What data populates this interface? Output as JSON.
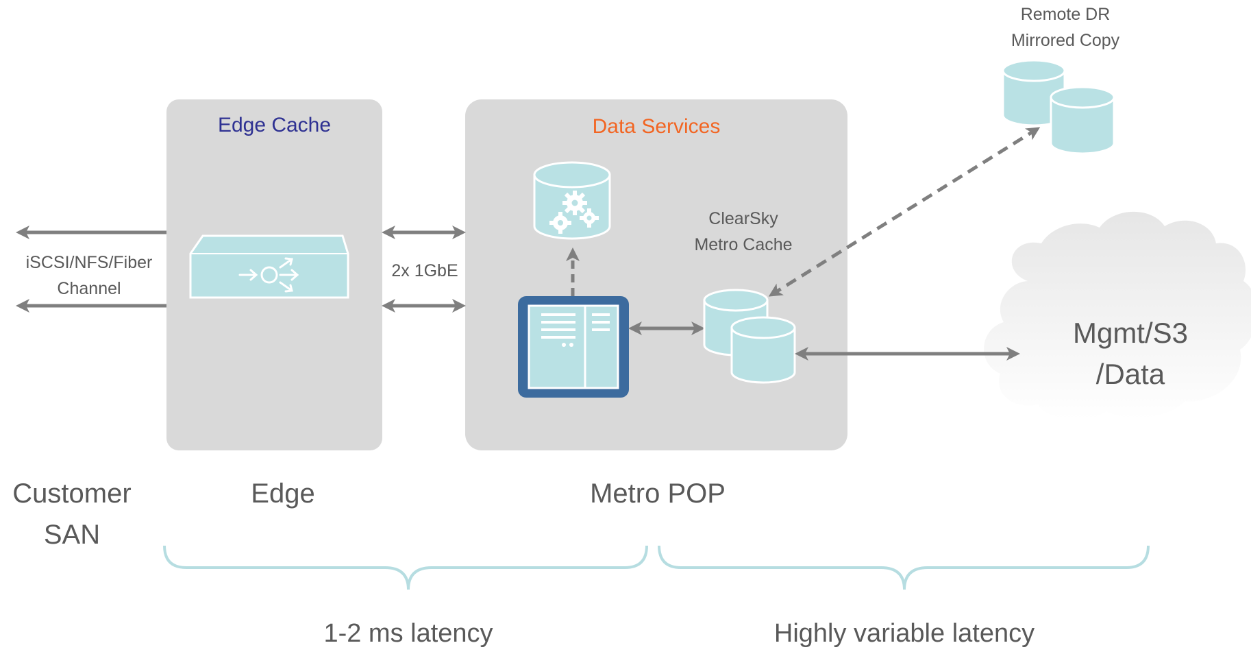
{
  "edge_cache": {
    "title": "Edge Cache",
    "title_color": "#2e3192"
  },
  "data_services": {
    "title": "Data Services",
    "title_color": "#f26522"
  },
  "protocols": {
    "line1": "iSCSI/NFS/Fiber",
    "line2": "Channel"
  },
  "link": {
    "label": "2x 1GbE"
  },
  "clearsky": {
    "line1": "ClearSky",
    "line2": "Metro Cache"
  },
  "remote_dr": {
    "line1": "Remote DR",
    "line2": "Mirrored Copy"
  },
  "cloud": {
    "line1": "Mgmt/S3",
    "line2": "/Data"
  },
  "tiers": {
    "customer": {
      "line1": "Customer",
      "line2": "SAN"
    },
    "edge": "Edge",
    "metro": "Metro POP"
  },
  "latency": {
    "low": "1-2 ms latency",
    "high": "Highly variable latency"
  },
  "colors": {
    "panel": "#d9d9d9",
    "teal": "#b9e1e4",
    "teal_stroke": "#ffffff",
    "arrow": "#7f7f7f",
    "server_frame": "#3c6b9e",
    "brace": "#b6dde1",
    "text": "#595959"
  },
  "icons": [
    "cache-appliance-icon",
    "gears-database-icon",
    "server-icon",
    "database-icon",
    "cloud-icon"
  ]
}
